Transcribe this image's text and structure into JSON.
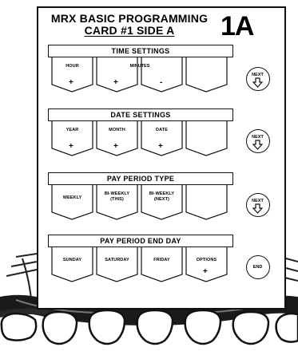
{
  "card": {
    "title": "MRX BASIC PROGRAMMING",
    "subtitle": "CARD #1 SIDE A",
    "id": "1A"
  },
  "sections": {
    "time": {
      "header": "TIME SETTINGS",
      "keys": {
        "hour": "HOUR",
        "minutes": "MINUTES",
        "plus": "+",
        "minus": "-"
      },
      "side": "NEXT"
    },
    "date": {
      "header": "DATE SETTINGS",
      "keys": {
        "year": "YEAR",
        "month": "MONTH",
        "date": "DATE",
        "plus": "+"
      },
      "side": "NEXT"
    },
    "pay_type": {
      "header": "PAY PERIOD TYPE",
      "keys": {
        "weekly": "WEEKLY",
        "biweekly_this_1": "BI-WEEKLY",
        "biweekly_this_2": "(THIS)",
        "biweekly_next_1": "BI-WEEKLY",
        "biweekly_next_2": "(NEXT)"
      },
      "side": "NEXT"
    },
    "pay_end": {
      "header": "PAY PERIOD END DAY",
      "keys": {
        "sunday": "SUNDAY",
        "saturday": "SATURDAY",
        "friday": "FRIDAY",
        "options": "OPTIONS",
        "plus": "+"
      },
      "side": "END"
    }
  },
  "icons": {
    "arrow": "down-arrow-icon"
  }
}
